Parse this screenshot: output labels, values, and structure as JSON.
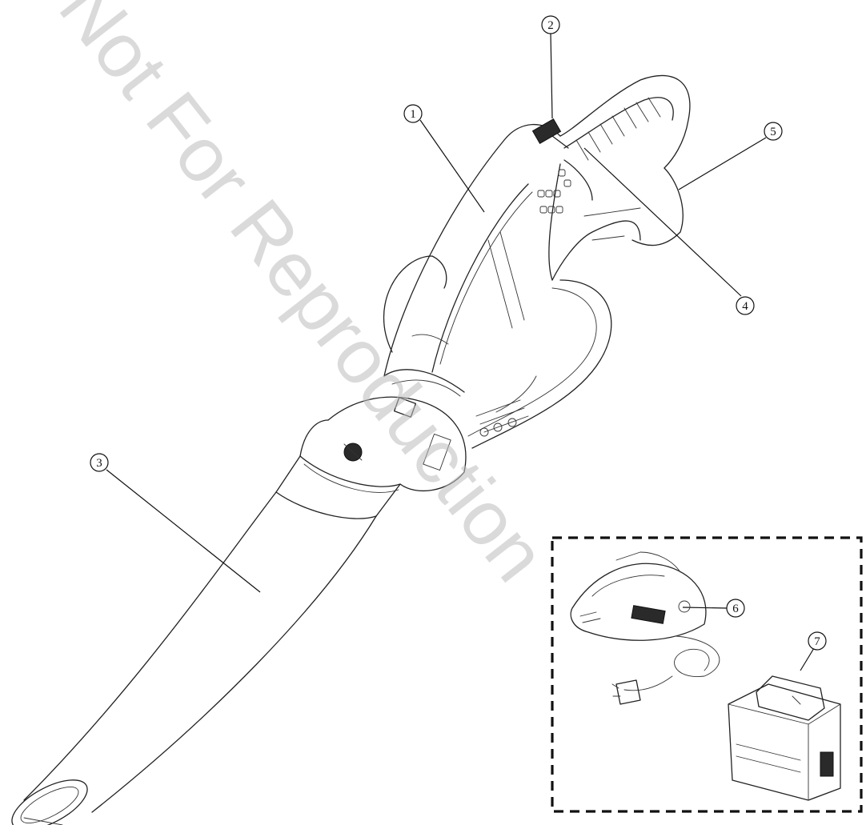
{
  "watermark": {
    "text": "Not For Reproduction"
  },
  "callouts": [
    {
      "id": "1",
      "label": "1"
    },
    {
      "id": "2",
      "label": "2"
    },
    {
      "id": "3",
      "label": "3"
    },
    {
      "id": "4",
      "label": "4"
    },
    {
      "id": "5",
      "label": "5"
    },
    {
      "id": "6",
      "label": "6"
    },
    {
      "id": "7",
      "label": "7"
    }
  ],
  "accessory_box": {
    "style": "dashed"
  },
  "colors": {
    "ink": "#222222",
    "watermark": "#bdbdbd",
    "background": "#ffffff"
  }
}
